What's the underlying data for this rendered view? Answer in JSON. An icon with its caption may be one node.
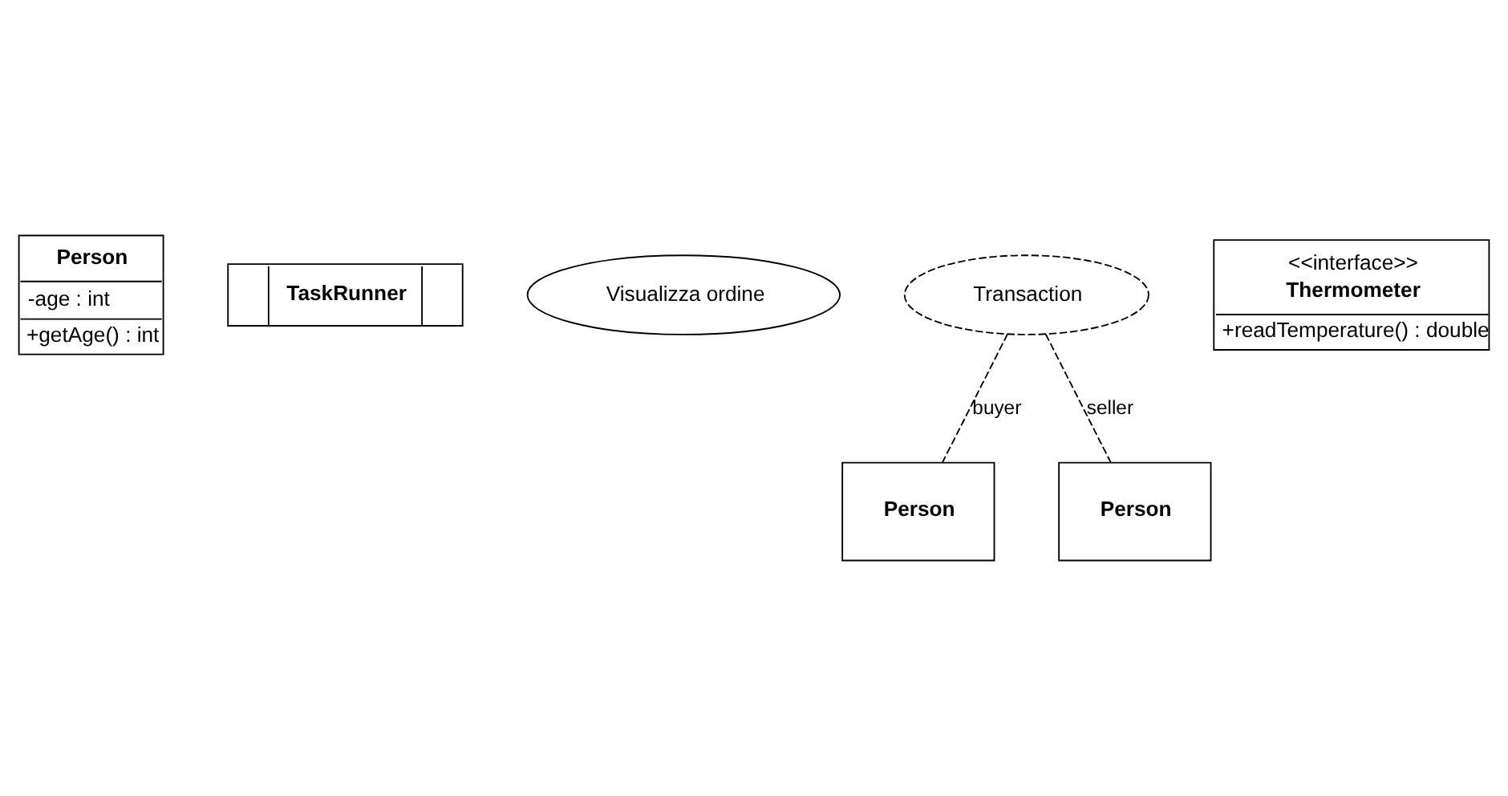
{
  "diagram": {
    "nodes": [
      {
        "text": [
          "Person",
          "-age : int",
          "+getAge() : int"
        ]
      },
      {
        "text": [
          "TaskRunner"
        ]
      },
      {
        "text": [
          "Visualizza ordine"
        ]
      },
      {
        "text": [
          "Transaction"
        ]
      },
      {
        "text": [
          "Person"
        ]
      },
      {
        "text": [
          "Person"
        ]
      },
      {
        "text": [
          "<<interface>>",
          "Thermometer",
          "+readTemperature() : double"
        ]
      }
    ],
    "edges": [
      {
        "from": 3,
        "to": 4,
        "arrow": "none",
        "style": "dashed",
        "label": "buyer"
      },
      {
        "from": 3,
        "to": 5,
        "arrow": "none",
        "style": "dashed",
        "label": "seller"
      }
    ]
  }
}
